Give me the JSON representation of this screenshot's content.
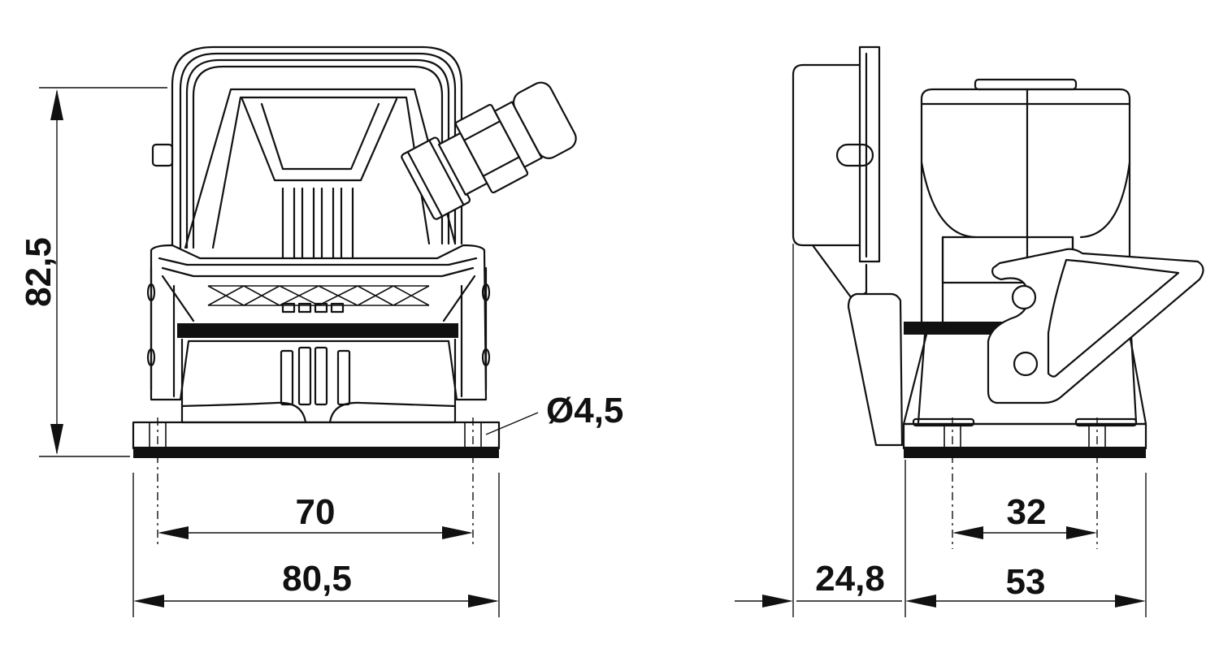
{
  "dimensions": {
    "height": "82,5",
    "hole_diameter": "Ø4,5",
    "hole_spacing_front": "70",
    "base_width_front": "80,5",
    "side_offset": "24,8",
    "hole_spacing_side": "32",
    "base_width_side": "53"
  },
  "colors": {
    "line": "#111111",
    "background": "#ffffff"
  }
}
